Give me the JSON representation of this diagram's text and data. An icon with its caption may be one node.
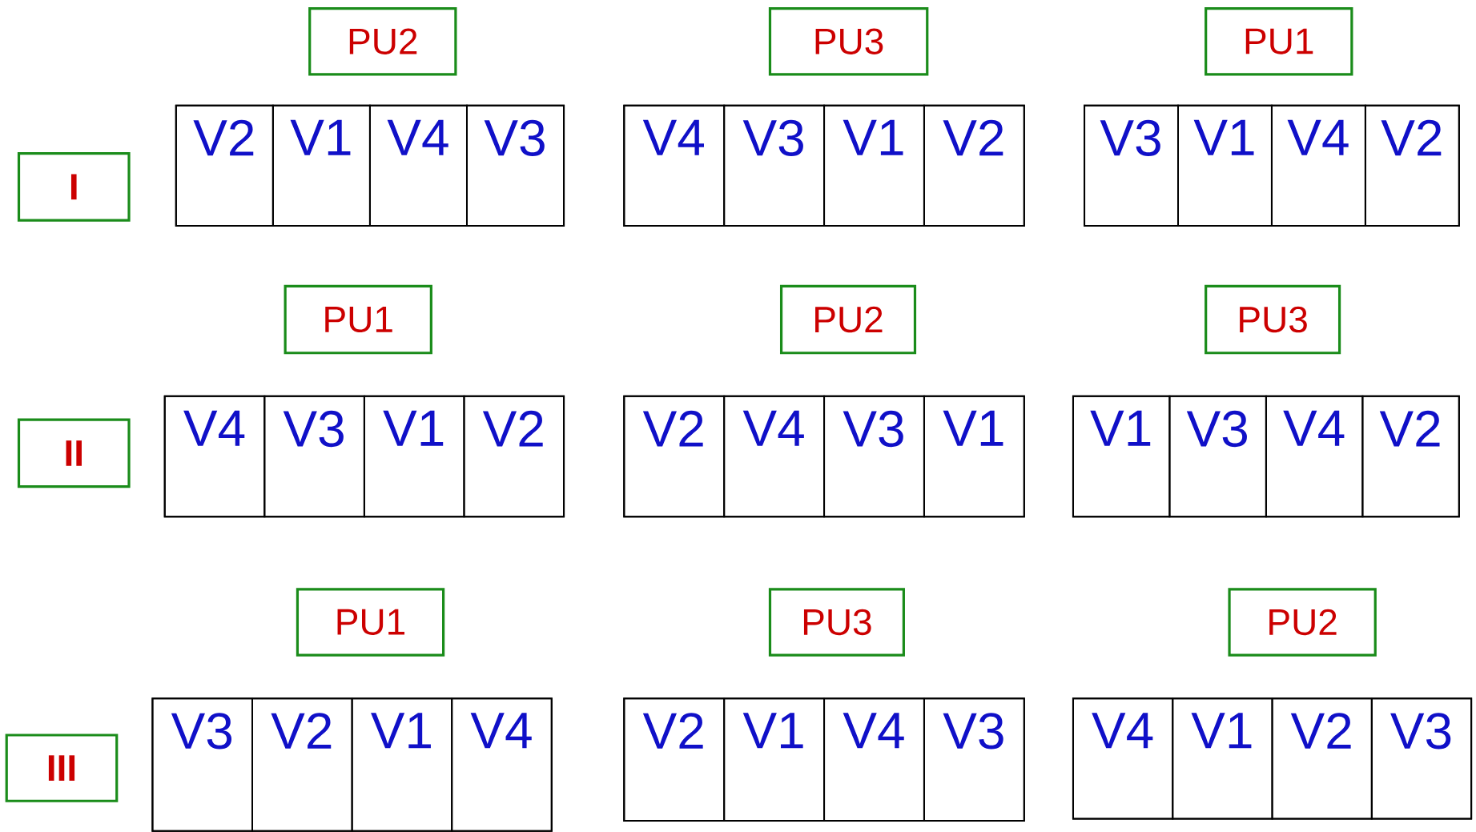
{
  "diagram": {
    "nodes": [
      {
        "text": [
          "I"
        ]
      },
      {
        "text": [
          "PU2"
        ]
      },
      {
        "text": [],
        "shape": "box"
      },
      {
        "text": [
          "V2"
        ],
        "in": 2
      },
      {
        "text": [
          "V1"
        ],
        "in": 2
      },
      {
        "text": [
          "V4"
        ],
        "in": 2
      },
      {
        "text": [
          "V3"
        ],
        "in": 2
      },
      {
        "text": [
          "PU3"
        ]
      },
      {
        "text": [],
        "shape": "box"
      },
      {
        "text": [
          "V4"
        ],
        "in": 8
      },
      {
        "text": [
          "V3"
        ],
        "in": 8
      },
      {
        "text": [
          "V1"
        ],
        "in": 8
      },
      {
        "text": [
          "V2"
        ],
        "in": 8
      },
      {
        "text": [
          "PU1"
        ]
      },
      {
        "text": [],
        "shape": "box"
      },
      {
        "text": [
          "V3"
        ],
        "in": 14
      },
      {
        "text": [
          "V1"
        ],
        "in": 14
      },
      {
        "text": [
          "V4"
        ],
        "in": 14
      },
      {
        "text": [
          "V2"
        ],
        "in": 14
      },
      {
        "text": [
          "II"
        ]
      },
      {
        "text": [
          "PU1"
        ]
      },
      {
        "text": [],
        "shape": "box"
      },
      {
        "text": [
          "V4"
        ],
        "in": 21
      },
      {
        "text": [
          "V3"
        ],
        "in": 21
      },
      {
        "text": [
          "V1"
        ],
        "in": 21
      },
      {
        "text": [
          "V2"
        ],
        "in": 21
      },
      {
        "text": [
          "PU2"
        ]
      },
      {
        "text": [],
        "shape": "box"
      },
      {
        "text": [
          "V2"
        ],
        "in": 27
      },
      {
        "text": [
          "V4"
        ],
        "in": 27
      },
      {
        "text": [
          "V3"
        ],
        "in": 27
      },
      {
        "text": [
          "V1"
        ],
        "in": 27
      },
      {
        "text": [
          "PU3"
        ]
      },
      {
        "text": [],
        "shape": "box"
      },
      {
        "text": [
          "V1"
        ],
        "in": 33
      },
      {
        "text": [
          "V3"
        ],
        "in": 33
      },
      {
        "text": [
          "V4"
        ],
        "in": 33
      },
      {
        "text": [
          "V2"
        ],
        "in": 33
      },
      {
        "text": [
          "III"
        ]
      },
      {
        "text": [
          "PU1"
        ]
      },
      {
        "text": [],
        "shape": "box"
      },
      {
        "text": [
          "V3"
        ],
        "in": 40
      },
      {
        "text": [
          "V2"
        ],
        "in": 40
      },
      {
        "text": [
          "V1"
        ],
        "in": 40
      },
      {
        "text": [
          "V4"
        ],
        "in": 40
      },
      {
        "text": [
          "PU3"
        ]
      },
      {
        "text": [],
        "shape": "box"
      },
      {
        "text": [
          "V2"
        ],
        "in": 46
      },
      {
        "text": [
          "V1"
        ],
        "in": 46
      },
      {
        "text": [
          "V4"
        ],
        "in": 46
      },
      {
        "text": [
          "V3"
        ],
        "in": 46
      },
      {
        "text": [
          "PU2"
        ]
      },
      {
        "text": [],
        "shape": "box"
      },
      {
        "text": [
          "V4"
        ],
        "in": 52
      },
      {
        "text": [
          "V1"
        ],
        "in": 52
      },
      {
        "text": [
          "V2"
        ],
        "in": 52
      },
      {
        "text": [
          "V3"
        ],
        "in": 52
      }
    ]
  }
}
